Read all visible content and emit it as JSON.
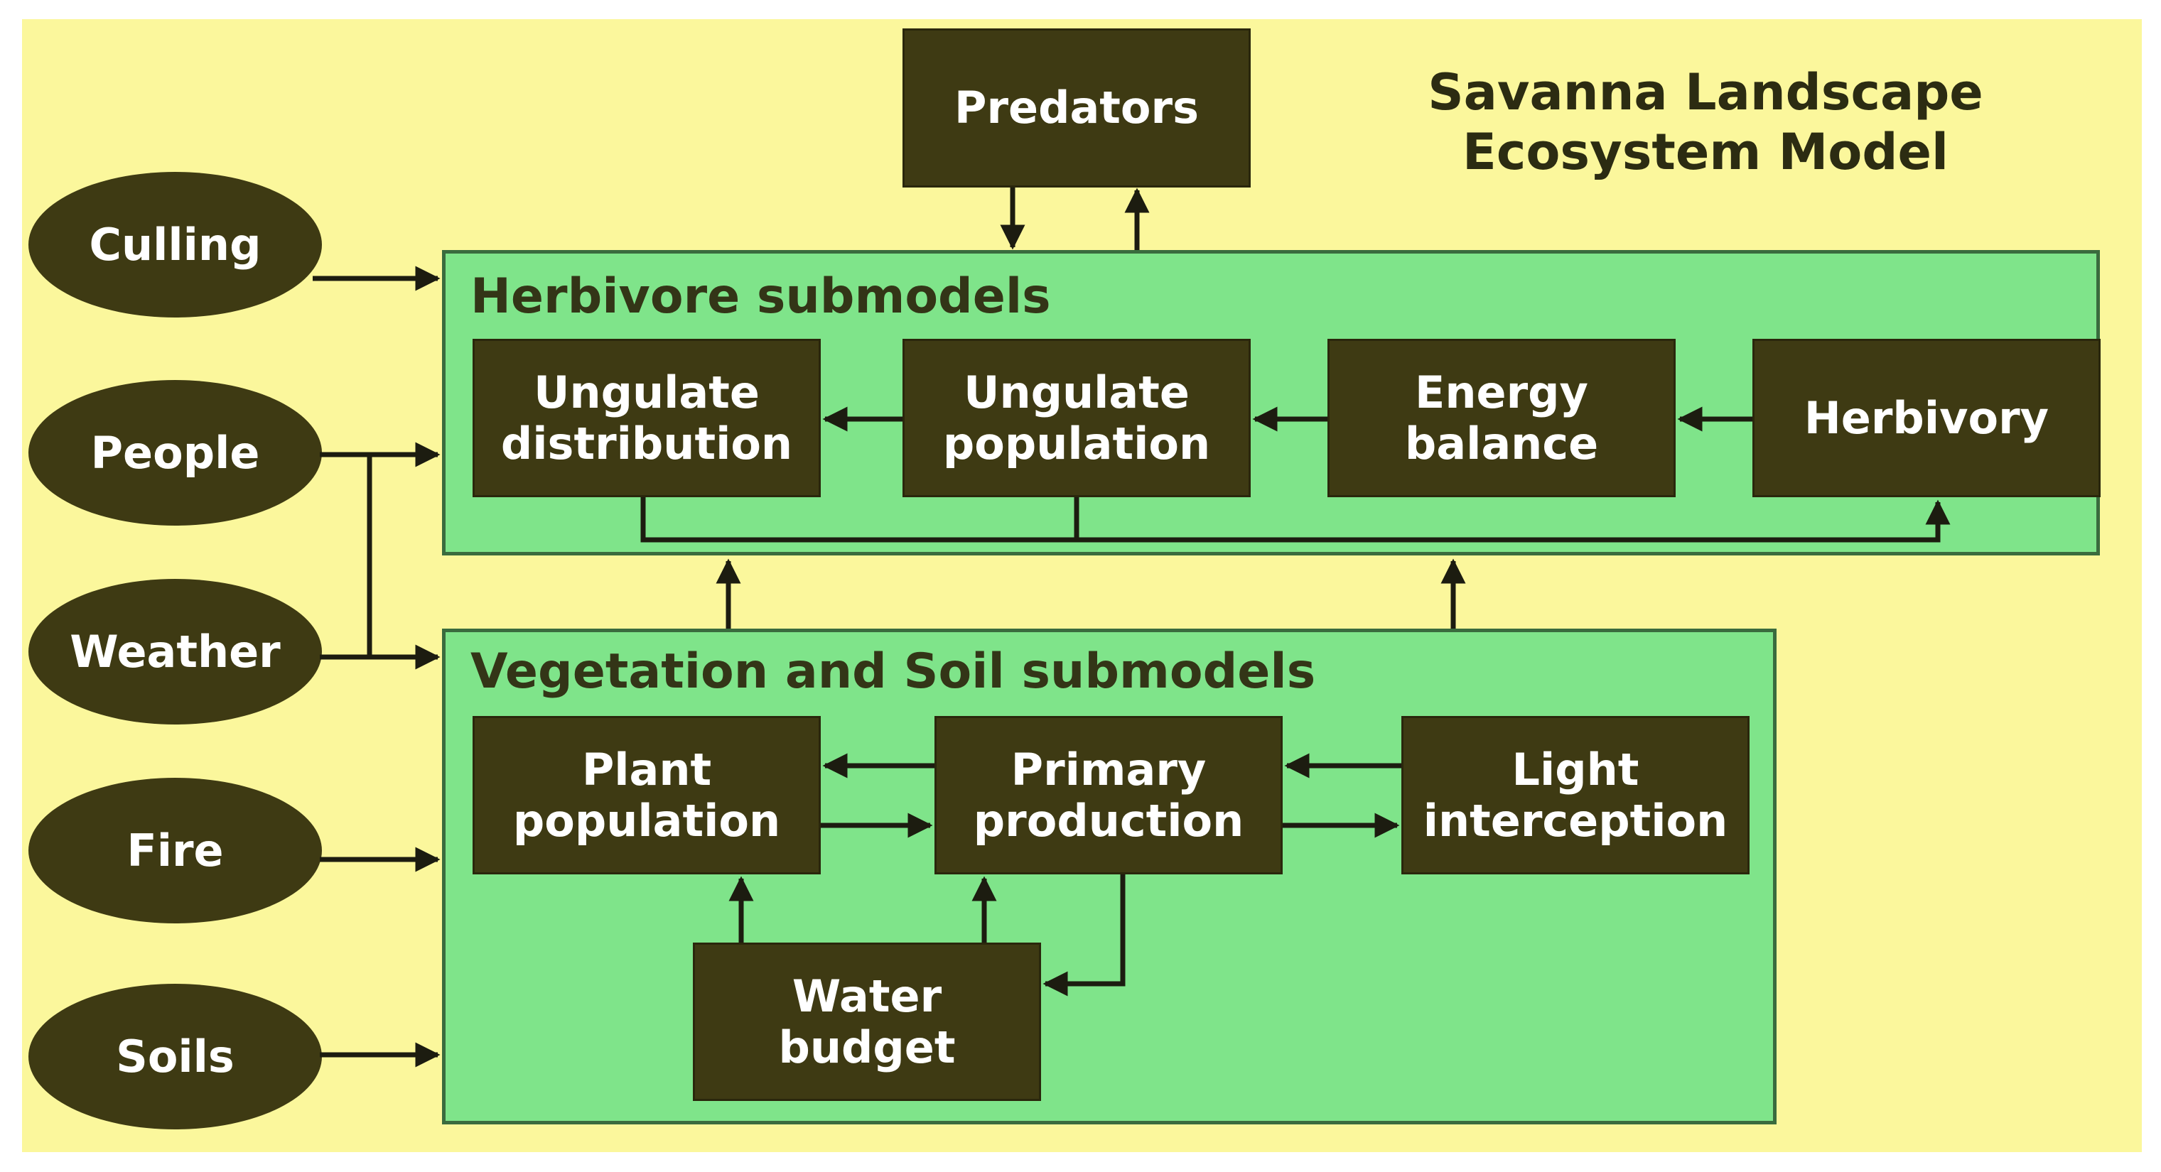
{
  "title": {
    "line1": "Savanna Landscape",
    "line2": "Ecosystem Model"
  },
  "top_box": {
    "predators": "Predators"
  },
  "drivers": {
    "culling": "Culling",
    "people": "People",
    "weather": "Weather",
    "fire": "Fire",
    "soils": "Soils"
  },
  "herbivore": {
    "title": "Herbivore submodels",
    "ungulate_distribution": [
      "Ungulate",
      "distribution"
    ],
    "ungulate_population": [
      "Ungulate",
      "population"
    ],
    "energy_balance": [
      "Energy",
      "balance"
    ],
    "herbivory": "Herbivory"
  },
  "vegetation": {
    "title": "Vegetation and Soil submodels",
    "plant_population": [
      "Plant",
      "population"
    ],
    "primary_production": [
      "Primary",
      "production"
    ],
    "light_interception": [
      "Light",
      "interception"
    ],
    "water_budget": [
      "Water",
      "budget"
    ]
  },
  "colors": {
    "background": "#fbf79c",
    "panel": "#7fe48a",
    "node": "#3e3a13",
    "node_text": "#ffffff",
    "arrow": "#1c1c10"
  }
}
